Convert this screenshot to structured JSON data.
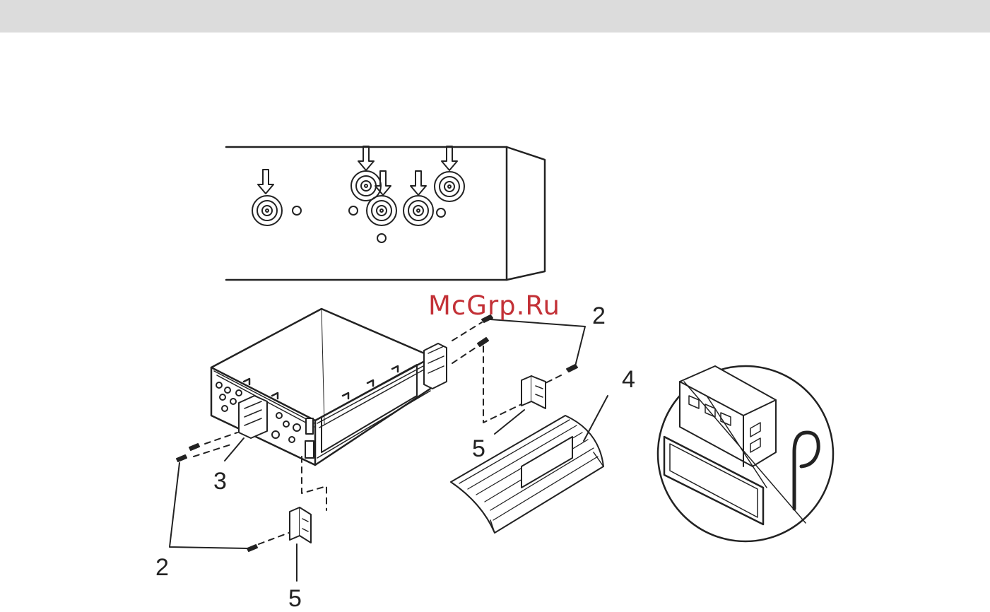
{
  "watermark": "McGrp.Ru",
  "callouts": {
    "two_top": "2",
    "two_left": "2",
    "three": "3",
    "four": "4",
    "five_right": "5",
    "five_bottom": "5"
  }
}
